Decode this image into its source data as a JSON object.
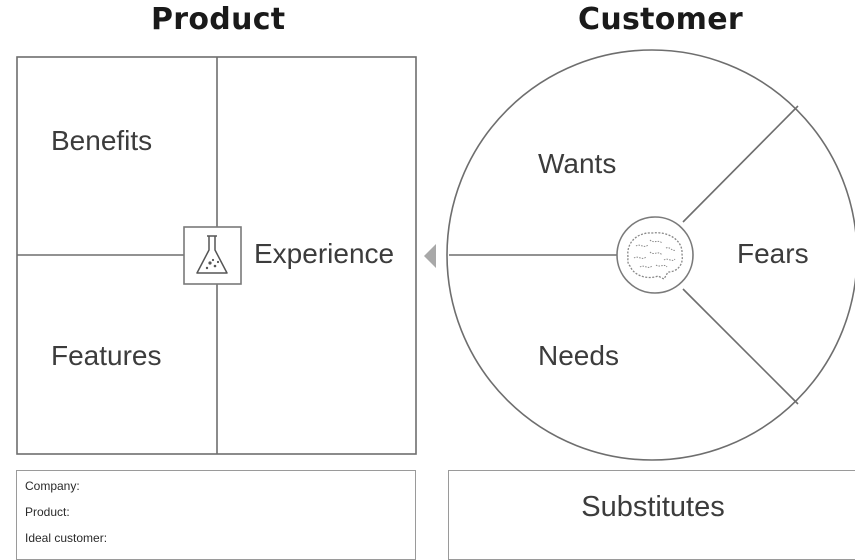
{
  "headings": {
    "product": "Product",
    "customer": "Customer"
  },
  "product_canvas": {
    "benefits": "Benefits",
    "features": "Features",
    "experience": "Experience",
    "center_icon": "flask-icon"
  },
  "customer_canvas": {
    "wants": "Wants",
    "needs": "Needs",
    "fears": "Fears",
    "center_icon": "brain-icon"
  },
  "arrow_icon": "triangle-left-icon",
  "info": {
    "company": "Company:",
    "product": "Product:",
    "ideal_customer": "Ideal customer:"
  },
  "substitutes": "Substitutes"
}
